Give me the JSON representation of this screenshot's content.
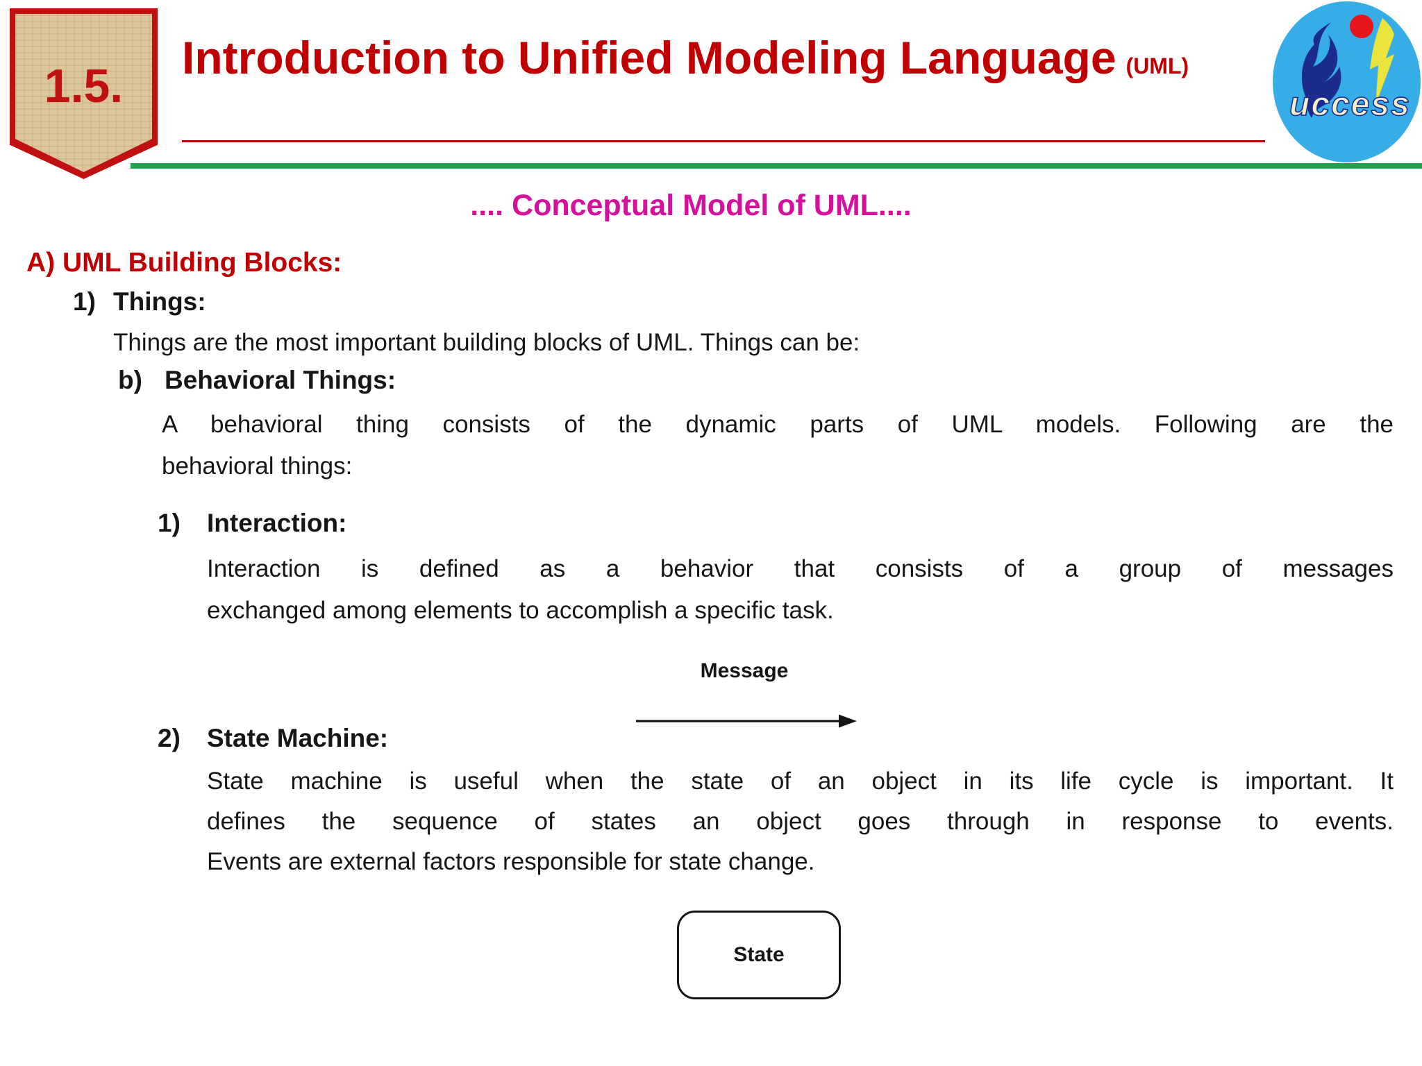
{
  "colors": {
    "dark_red": "#C00000",
    "badge_red": "#C01010",
    "badge_tan": "#DCC69A",
    "magenta": "#D4119C",
    "green": "#21A24E",
    "ink": "#161616",
    "logo_blue": "#36ADE6",
    "logo_navy": "#1C2B8E",
    "logo_red": "#E8151C",
    "logo_yellow": "#EBE43C",
    "logo_cream": "#F4EFC8"
  },
  "header": {
    "badge": "1.5.",
    "title": "Introduction to Unified Modeling Language",
    "title_suffix": "(UML)",
    "logo_text": "uccess"
  },
  "content": {
    "subtitle": ".... Conceptual Model of UML....",
    "section_a": {
      "marker": "A)",
      "label": "UML Building Blocks:"
    },
    "things": {
      "marker": "1)",
      "label": "Things:",
      "body": "Things are the most important building blocks of UML. Things can be:"
    },
    "behavioral": {
      "marker": "b)",
      "label": "Behavioral Things:",
      "lines": [
        "A behavioral thing consists of the dynamic parts of UML models. Following are the",
        "behavioral things:"
      ]
    },
    "interaction": {
      "marker": "1)",
      "label": "Interaction:",
      "lines": [
        "Interaction is defined as a behavior that consists of a group of messages",
        "exchanged among elements to accomplish a specific task."
      ]
    },
    "state_machine": {
      "marker": "2)",
      "label": "State Machine:",
      "lines": [
        "State machine is useful when the state of an object in its life cycle is important. It",
        "defines the sequence of states an object goes through in response to events.",
        "Events are external factors responsible for state change."
      ]
    }
  },
  "diagram": {
    "message_label": "Message",
    "state_label": "State"
  }
}
